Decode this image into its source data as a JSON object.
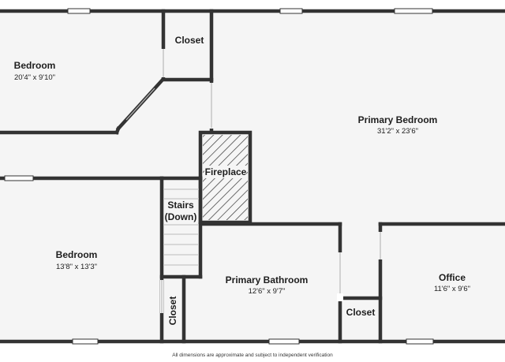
{
  "rooms": {
    "bedroom_top_left": {
      "name": "Bedroom",
      "dims": "20'4\" x 9'10\""
    },
    "closet_top": {
      "name": "Closet"
    },
    "primary_bedroom": {
      "name": "Primary Bedroom",
      "dims": "31'2\" x 23'6\""
    },
    "fireplace": {
      "name": "Fireplace"
    },
    "stairs": {
      "name_line1": "Stairs",
      "name_line2": "(Down)"
    },
    "bedroom_bottom_left": {
      "name": "Bedroom",
      "dims": "13'8\" x 13'3\""
    },
    "closet_small_vertical": {
      "name": "Closet"
    },
    "primary_bathroom": {
      "name": "Primary Bathroom",
      "dims": "12'6\" x 9'7\""
    },
    "closet_bath": {
      "name": "Closet"
    },
    "office": {
      "name": "Office",
      "dims": "11'6\" x 9'6\""
    }
  },
  "footnote": "All dimensions are approximate and subject to independent verification",
  "colors": {
    "wall": "#333333",
    "floor": "#f5f5f5",
    "window": "#ffffff",
    "hatch": "#333333"
  }
}
